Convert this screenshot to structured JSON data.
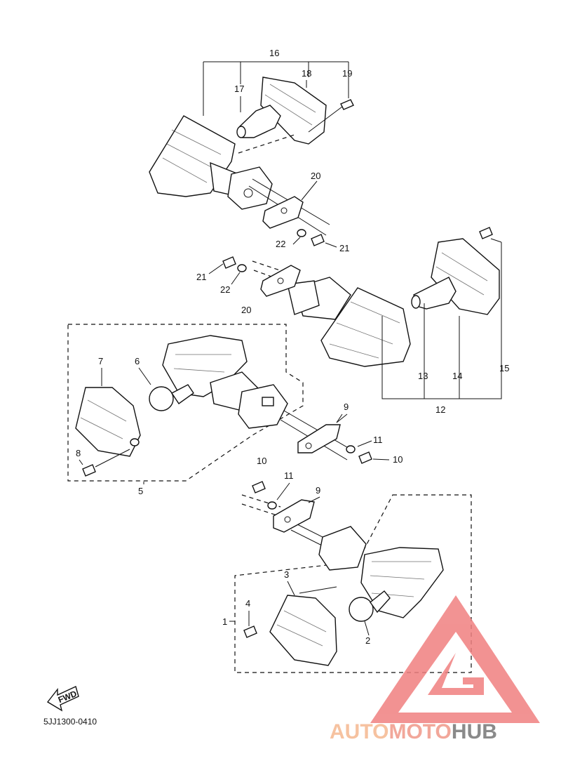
{
  "callouts": {
    "c1": "1",
    "c2": "2",
    "c3": "3",
    "c4": "4",
    "c5": "5",
    "c6": "6",
    "c7": "7",
    "c8": "8",
    "c9a": "9",
    "c9b": "9",
    "c10a": "10",
    "c10b": "10",
    "c11a": "11",
    "c11b": "11",
    "c12": "12",
    "c13": "13",
    "c14": "14",
    "c15": "15",
    "c16": "16",
    "c17": "17",
    "c18": "18",
    "c19": "19",
    "c20a": "20",
    "c20b": "20",
    "c21a": "21",
    "c21b": "21",
    "c22a": "22",
    "c22b": "22"
  },
  "fwd_label": "FWD",
  "drawing_code": "5JJ1300-0410",
  "watermark": {
    "auto": "AUTO",
    "moto": "MOTO",
    "hub": "HUB",
    "logo_colors": [
      "#f08080",
      "#f6b8a8"
    ]
  }
}
